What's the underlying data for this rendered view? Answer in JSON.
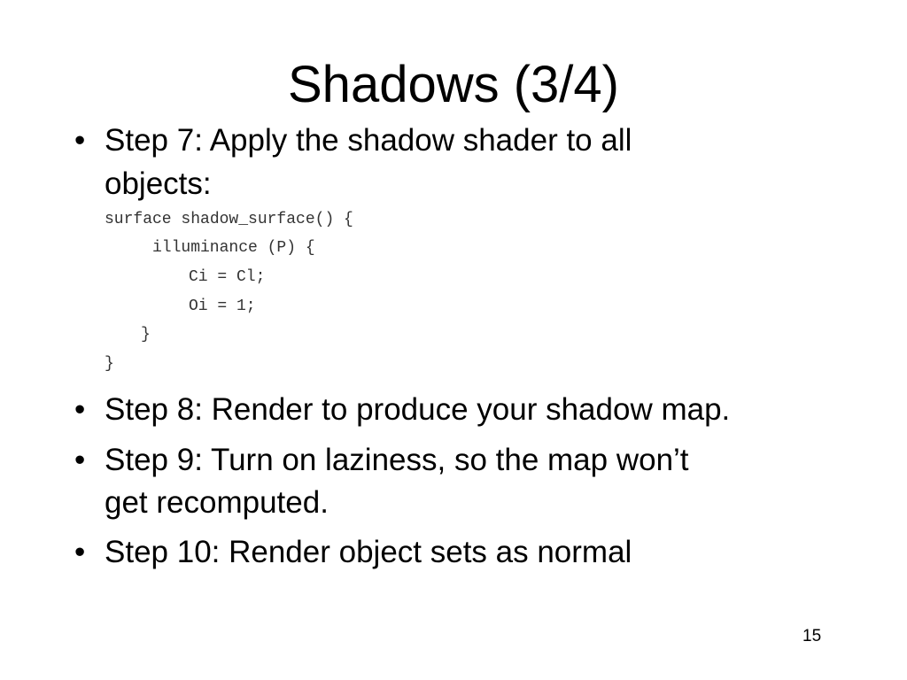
{
  "slide": {
    "title": "Shadows (3/4)",
    "bullet_symbol": "•",
    "bullets": [
      {
        "lines": [
          "Step 7: Apply the shadow shader to all",
          "objects:"
        ]
      },
      {
        "lines": [
          "Step 8: Render to produce your shadow map."
        ]
      },
      {
        "lines": [
          "Step 9: Turn on laziness, so the map won’t",
          "get recomputed."
        ]
      },
      {
        "lines": [
          "Step 10: Render object sets as normal"
        ]
      }
    ],
    "code": [
      "surface shadow_surface() {",
      "illuminance (P) {",
      "Ci = Cl;",
      "Oi = 1;",
      "}",
      "}"
    ],
    "page_number": "15"
  }
}
